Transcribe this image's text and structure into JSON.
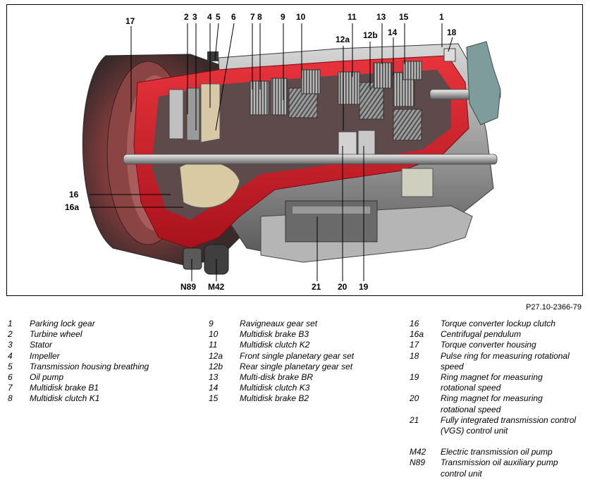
{
  "figure_code": "P27.10-2366-79",
  "callouts": {
    "c17": "17",
    "c2": "2",
    "c3": "3",
    "c4": "4",
    "c5": "5",
    "c6": "6",
    "c8": "8",
    "c9": "9",
    "c10": "10",
    "c11": "11",
    "c13": "13",
    "c15": "15",
    "c1": "1",
    "c18": "18",
    "c12a": "12a",
    "c12b": "12b",
    "c14": "14",
    "c16": "16",
    "c16a": "16a",
    "cN89": "N89",
    "cM42": "M42",
    "c21": "21",
    "c20": "20",
    "c19": "19"
  },
  "legend": {
    "col1": [
      {
        "num": "1",
        "text": "Parking lock gear"
      },
      {
        "num": "2",
        "text": "Turbine wheel"
      },
      {
        "num": "3",
        "text": "Stator"
      },
      {
        "num": "4",
        "text": "Impeller"
      },
      {
        "num": "5",
        "text": "Transmission housing breathing"
      },
      {
        "num": "6",
        "text": "Oil pump"
      },
      {
        "num": "7",
        "text": "Multidisk brake B1"
      },
      {
        "num": "8",
        "text": "Multidisk clutch K1"
      }
    ],
    "col2": [
      {
        "num": "9",
        "text": "Ravigneaux gear set"
      },
      {
        "num": "10",
        "text": "Multidisk brake B3"
      },
      {
        "num": "11",
        "text": "Multidisk clutch K2"
      },
      {
        "num": "12a",
        "text": "Front single planetary gear set"
      },
      {
        "num": "12b",
        "text": "Rear single planetary gear set"
      },
      {
        "num": "13",
        "text": "Multi-disk brake BR"
      },
      {
        "num": "14",
        "text": "Multidisk clutch K3"
      },
      {
        "num": "15",
        "text": "Multidisk brake B2"
      }
    ],
    "col3": [
      {
        "num": "16",
        "text": "Torque converter lockup clutch"
      },
      {
        "num": "16a",
        "text": "Centrifugal pendulum"
      },
      {
        "num": "17",
        "text": "Torque converter housing"
      },
      {
        "num": "18",
        "text": "Pulse ring for measuring rotational",
        "text2": "speed"
      },
      {
        "num": "19",
        "text": "Ring magnet for measuring",
        "text2": "rotational speed"
      },
      {
        "num": "20",
        "text": "Ring magnet for measuring",
        "text2": "rotational speed"
      },
      {
        "num": "21",
        "text": "Fully integrated transmission control",
        "text2": "(VGS) control unit"
      }
    ],
    "col3b": [
      {
        "num": "M42",
        "text": "Electric transmission oil pump"
      },
      {
        "num": "N89",
        "text": "Transmission oil auxiliary pump",
        "text2": "control unit"
      }
    ]
  }
}
